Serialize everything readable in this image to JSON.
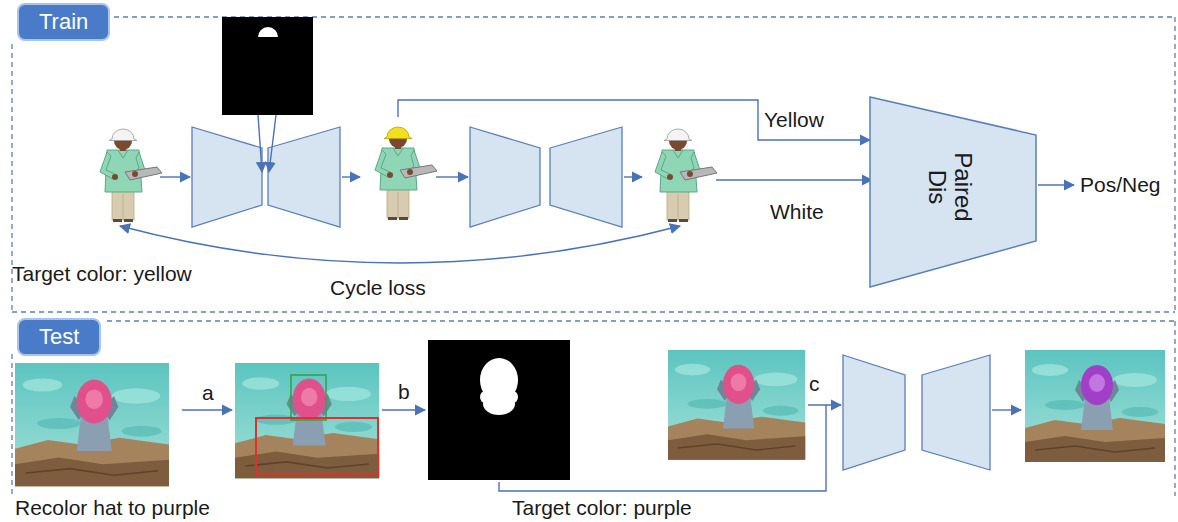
{
  "diagram": {
    "nodes": [
      {
        "text": [
          "Train"
        ]
      },
      {
        "text": [
          "Paired Dis"
        ]
      },
      {
        "text": [
          "Test"
        ]
      }
    ],
    "labels": [
      "Yellow",
      "White",
      "Pos/Neg",
      "Target color: yellow",
      "Cycle loss",
      "a",
      "b",
      "c",
      "Recolor hat to purple",
      "Target color: purple"
    ]
  }
}
